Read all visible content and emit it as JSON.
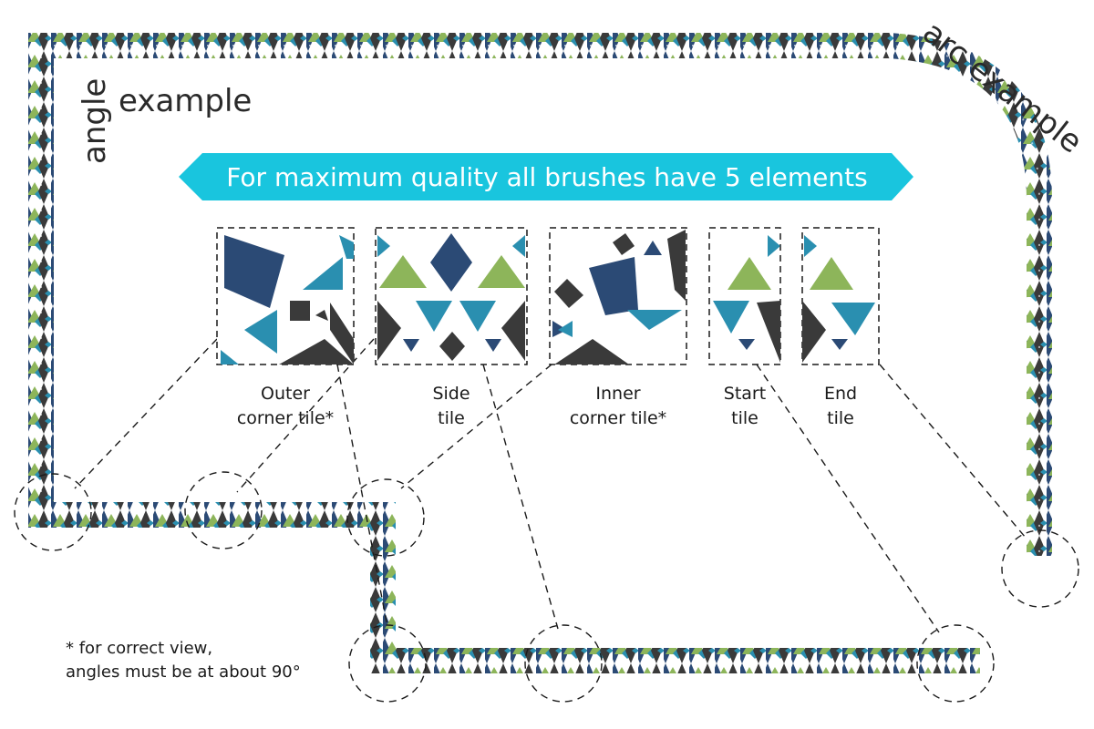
{
  "banner": {
    "text": "For maximum quality all brushes have 5 elements"
  },
  "examples": {
    "angle_word1": "angle",
    "angle_word2": "example",
    "arc": "arc example"
  },
  "tiles": [
    {
      "line1": "Outer",
      "line2": "corner tile*"
    },
    {
      "line1": "Side",
      "line2": "tile"
    },
    {
      "line1": "Inner",
      "line2": "corner tile*"
    },
    {
      "line1": "Start",
      "line2": "tile"
    },
    {
      "line1": "End",
      "line2": "tile"
    }
  ],
  "footnote": {
    "line1": "* for correct view,",
    "line2": "angles must be at about 90°"
  },
  "colors": {
    "navy": "#2b4a75",
    "teal": "#2a8fb0",
    "green": "#8db55a",
    "charcoal": "#3a3a3a",
    "cyan": "#19c5de"
  }
}
